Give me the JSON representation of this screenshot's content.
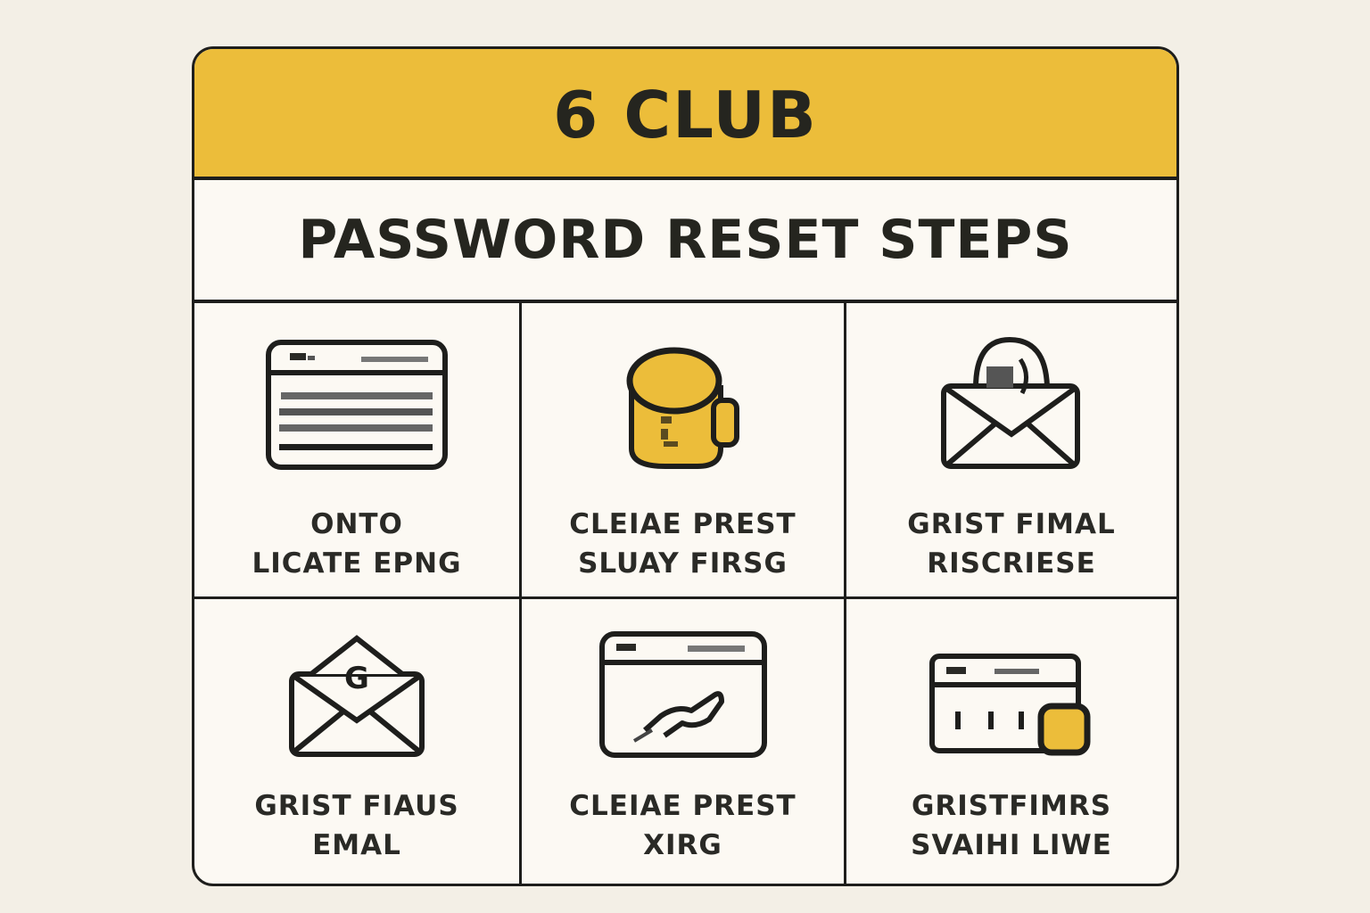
{
  "header": {
    "brand": "6 CLUB",
    "title": "PASSWORD RESET STEPS"
  },
  "colors": {
    "background": "#f3efe6",
    "card": "#fcf9f3",
    "accent_yellow": "#ecbd3a",
    "ink": "#1e1e1c"
  },
  "steps": [
    {
      "icon": "browser-login-page-icon",
      "line1": "ONTO",
      "line2": "LICATE EPNG"
    },
    {
      "icon": "yellow-mug-icon",
      "line1": "CLEIAE PREST",
      "line2": "SLUAY FIRSG"
    },
    {
      "icon": "open-envelope-letter-icon",
      "line1": "GRIST FIMAL",
      "line2": "RISCRIESE"
    },
    {
      "icon": "envelope-g-icon",
      "line1": "GRIST FIAUS",
      "line2": "EMAL"
    },
    {
      "icon": "browser-link-icon",
      "line1": "CLEIAE PREST",
      "line2": "XIRG"
    },
    {
      "icon": "password-field-lock-icon",
      "line1": "GRISTFIMRS",
      "line2": "SVAIHI LIWE"
    }
  ]
}
